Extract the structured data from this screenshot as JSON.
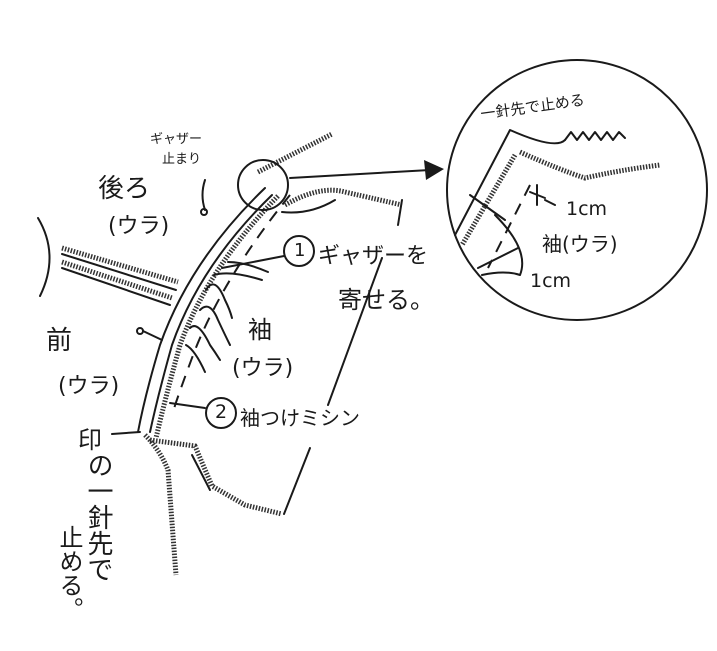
{
  "main_diagram": {
    "gather_stop_line1": "ギャザー",
    "gather_stop_line2": "止まり",
    "back_label": "後ろ",
    "back_side": "(ウラ)",
    "front_label": "前",
    "front_side": "(ウラ)",
    "sleeve_label": "袖",
    "sleeve_side": "(ウラ)",
    "step1_number": "1",
    "step1_line1": "ギャザーを",
    "step1_line2": "寄せる。",
    "step2_number": "2",
    "step2_text": "袖つけミシン",
    "mark_label": "印",
    "mark_instruction1": "の一針先で",
    "mark_instruction2": "止める。"
  },
  "detail_inset": {
    "stop_text": "一針先で止める",
    "seam_allowance_1": "1cm",
    "sleeve_label": "袖(ウラ)",
    "seam_allowance_2": "1cm"
  }
}
